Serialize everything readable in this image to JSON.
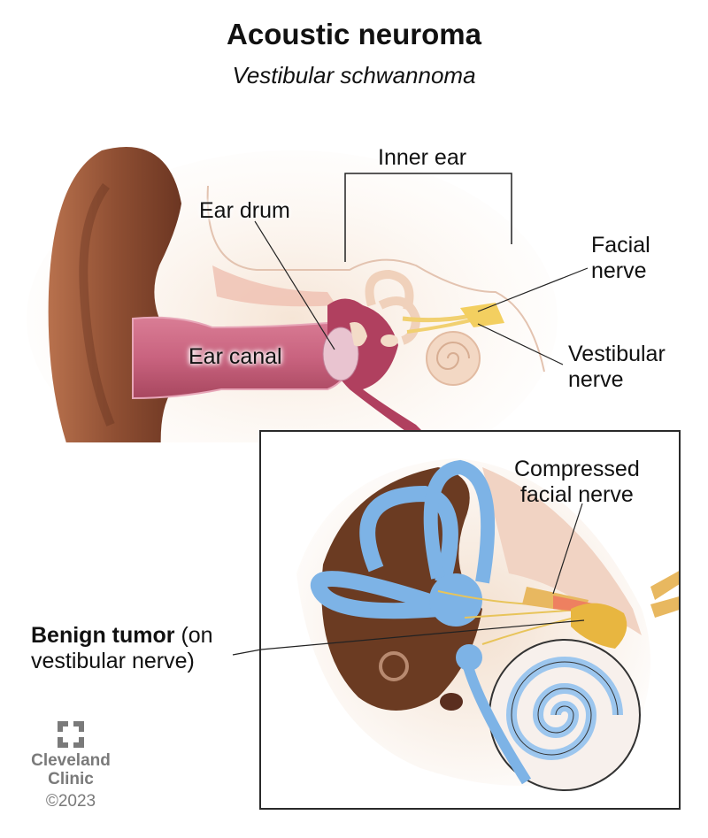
{
  "header": {
    "title": "Acoustic neuroma",
    "subtitle": "Vestibular schwannoma"
  },
  "labels": {
    "inner_ear": "Inner ear",
    "ear_drum": "Ear drum",
    "ear_canal": "Ear canal",
    "facial_nerve_line1": "Facial",
    "facial_nerve_line2": "nerve",
    "vestibular_nerve_line1": "Vestibular",
    "vestibular_nerve_line2": "nerve"
  },
  "inset": {
    "compressed_line1": "Compressed",
    "compressed_line2": "facial nerve",
    "tumor_bold": "Benign tumor",
    "tumor_rest_line1": " (on",
    "tumor_line2": "vestibular nerve)"
  },
  "logo": {
    "icon": "cleveland-clinic-cross-icon",
    "name_line1": "Cleveland",
    "name_line2": "Clinic",
    "copyright": "©2023"
  },
  "colors": {
    "outer_ear": "#9a5a3c",
    "ear_canal": "#c4607a",
    "inner_ear_bone": "#f1dccb",
    "nerve": "#f0d070",
    "labyrinth_blue": "#7fb6e8",
    "tumor": "#e8b640",
    "logo_gray": "#7a7a7a"
  }
}
